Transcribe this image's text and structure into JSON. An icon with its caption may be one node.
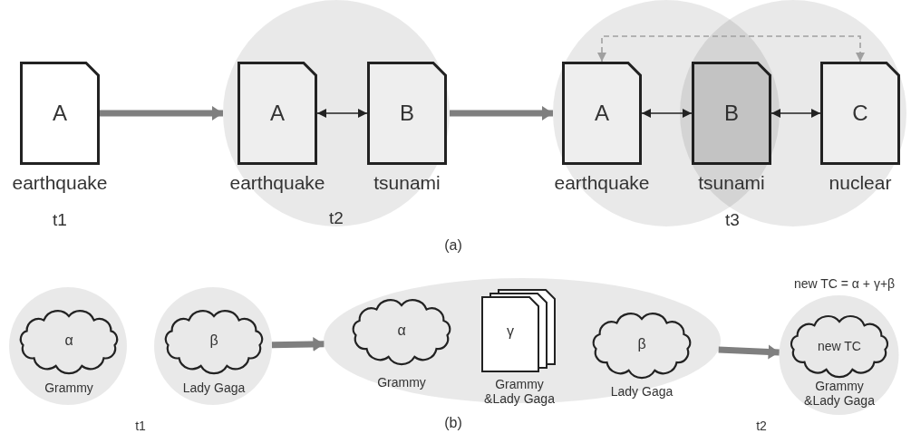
{
  "diagram": {
    "nodes": [
      {
        "text": [
          "A"
        ],
        "beside": [
          "earthquake"
        ]
      },
      {
        "text": [],
        "shape": "circle"
      },
      {
        "text": [
          "A"
        ],
        "beside": [
          "earthquake"
        ],
        "in": 1
      },
      {
        "text": [
          "B"
        ],
        "beside": [
          "tsunami"
        ],
        "in": 1
      },
      {
        "text": [],
        "shape": "circle"
      },
      {
        "text": [
          "A"
        ],
        "beside": [
          "earthquake"
        ],
        "in": 4
      },
      {
        "text": [
          "B"
        ],
        "beside": [
          "tsunami"
        ]
      },
      {
        "text": [],
        "shape": "circle"
      },
      {
        "text": [
          "C"
        ],
        "beside": [
          "nuclear"
        ],
        "in": 7
      },
      {
        "text": [],
        "shape": "circle"
      },
      {
        "text": [
          "α"
        ],
        "beside": [
          "Grammy"
        ],
        "in": 9
      },
      {
        "text": [],
        "shape": "circle"
      },
      {
        "text": [
          "β"
        ],
        "beside": [
          "Lady Gaga"
        ],
        "in": 11
      },
      {
        "text": [],
        "shape": "ellipse"
      },
      {
        "text": [
          "α"
        ],
        "beside": [
          "Grammy"
        ],
        "in": 13
      },
      {
        "text": [
          "γ"
        ],
        "beside": [
          "Grammy &Lady Gaga"
        ],
        "in": 13
      },
      {
        "text": [
          "β"
        ],
        "beside": [
          "Lady Gaga"
        ],
        "in": 13
      },
      {
        "text": [
          "new TC = α + γ+β"
        ]
      },
      {
        "text": [
          "new TC"
        ],
        "beside": [
          "Grammy &Lady Gaga"
        ],
        "in": 17
      }
    ],
    "edges": [
      {
        "from": 0,
        "to": 1,
        "arrow": "to",
        "style": "thick",
        "color": "#7f7f7f"
      },
      {
        "from": 2,
        "to": 3,
        "arrow": "both",
        "color": "#222222"
      },
      {
        "from": 1,
        "to": 4,
        "arrow": "to",
        "style": "thick",
        "color": "#7f7f7f"
      },
      {
        "from": 5,
        "to": 6,
        "arrow": "both",
        "color": "#222222"
      },
      {
        "from": 6,
        "to": 8,
        "arrow": "both",
        "color": "#222222"
      },
      {
        "from": 5,
        "to": 8,
        "arrow": "both",
        "style": "dashed",
        "color": "#a0a0a0"
      },
      {
        "from": 11,
        "to": 13,
        "arrow": "to",
        "style": "thick",
        "color": "#7f7f7f"
      },
      {
        "from": 13,
        "to": 17,
        "arrow": "to",
        "style": "thick",
        "color": "#7f7f7f"
      }
    ],
    "labels": [
      "t1",
      "t2",
      "t3",
      "(a)",
      "t1",
      "(b)",
      "t2"
    ]
  }
}
